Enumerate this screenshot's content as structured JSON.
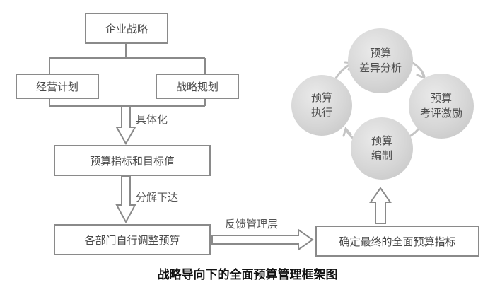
{
  "boxes": {
    "corporate_strategy": "企业战略",
    "operating_plan": "经营计划",
    "strategic_plan": "战略规划",
    "budget_targets": "预算指标和目标值",
    "dept_adjust": "各部门自行调整预算",
    "final_budget": "确定最终的全面预算指标"
  },
  "labels": {
    "concretize": "具体化",
    "decompose": "分解下达",
    "feedback": "反馈管理层"
  },
  "cycle": {
    "variance": [
      "预算",
      "差异分析"
    ],
    "evaluation": [
      "预算",
      "考评激励"
    ],
    "compilation": [
      "预算",
      "编制"
    ],
    "execution": [
      "预算",
      "执行"
    ]
  },
  "caption": "战略导向下的全面预算管理框架图",
  "colors": {
    "border": "#8a8a8a",
    "arrow_fill": "#ffffff",
    "circle": "#d6d6d6"
  }
}
